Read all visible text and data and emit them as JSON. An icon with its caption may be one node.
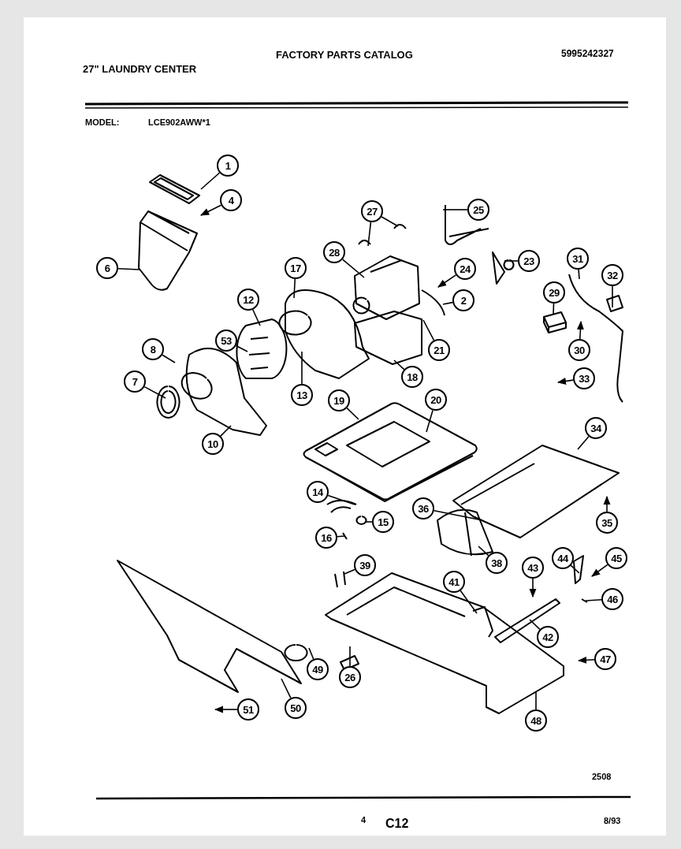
{
  "diagram": {
    "nodes": [
      {
        "text": [
          "1"
        ]
      },
      {
        "text": [
          "4"
        ]
      },
      {
        "text": [
          "27"
        ]
      },
      {
        "text": [
          "25"
        ]
      },
      {
        "text": [
          "28"
        ]
      },
      {
        "text": [
          "6"
        ]
      },
      {
        "text": [
          "23"
        ]
      },
      {
        "text": [
          "31"
        ]
      },
      {
        "text": [
          "24"
        ]
      },
      {
        "text": [
          "17"
        ]
      },
      {
        "text": [
          "32"
        ]
      },
      {
        "text": [
          "29"
        ]
      },
      {
        "text": [
          "12"
        ]
      },
      {
        "text": [
          "2"
        ]
      },
      {
        "text": [
          "53"
        ]
      },
      {
        "text": [
          "8"
        ]
      },
      {
        "text": [
          "21"
        ]
      },
      {
        "text": [
          "30"
        ]
      },
      {
        "text": [
          "18"
        ]
      },
      {
        "text": [
          "7"
        ]
      },
      {
        "text": [
          "33"
        ]
      },
      {
        "text": [
          "13"
        ]
      },
      {
        "text": [
          "19"
        ]
      },
      {
        "text": [
          "20"
        ]
      },
      {
        "text": [
          "34"
        ]
      },
      {
        "text": [
          "10"
        ]
      },
      {
        "text": [
          "14"
        ]
      },
      {
        "text": [
          "36"
        ]
      },
      {
        "text": [
          "15"
        ]
      },
      {
        "text": [
          "35"
        ]
      },
      {
        "text": [
          "16"
        ]
      },
      {
        "text": [
          "44"
        ]
      },
      {
        "text": [
          "45"
        ]
      },
      {
        "text": [
          "38"
        ]
      },
      {
        "text": [
          "39"
        ]
      },
      {
        "text": [
          "43"
        ]
      },
      {
        "text": [
          "41"
        ]
      },
      {
        "text": [
          "46"
        ]
      },
      {
        "text": [
          "42"
        ]
      },
      {
        "text": [
          "47"
        ]
      },
      {
        "text": [
          "49"
        ]
      },
      {
        "text": [
          "26"
        ]
      },
      {
        "text": [
          "50"
        ]
      },
      {
        "text": [
          "51"
        ]
      },
      {
        "text": [
          "48"
        ]
      }
    ],
    "edges": [
      {
        "from": 0,
        "to": null,
        "arrow": "none"
      },
      {
        "from": 1,
        "to": null,
        "arrow": "to"
      },
      {
        "from": 2,
        "to": null,
        "arrow": "none"
      },
      {
        "from": 2,
        "to": null,
        "arrow": "none"
      },
      {
        "from": 3,
        "to": null,
        "arrow": "none"
      },
      {
        "from": 4,
        "to": null,
        "arrow": "none"
      },
      {
        "from": 5,
        "to": null,
        "arrow": "none"
      },
      {
        "from": 6,
        "to": null,
        "arrow": "none"
      },
      {
        "from": 7,
        "to": null,
        "arrow": "none"
      },
      {
        "from": 8,
        "to": null,
        "arrow": "to"
      },
      {
        "from": 9,
        "to": null,
        "arrow": "none"
      },
      {
        "from": 10,
        "to": null,
        "arrow": "none"
      },
      {
        "from": 11,
        "to": null,
        "arrow": "none"
      },
      {
        "from": 12,
        "to": null,
        "arrow": "none"
      },
      {
        "from": 13,
        "to": null,
        "arrow": "none"
      },
      {
        "from": 14,
        "to": null,
        "arrow": "none"
      },
      {
        "from": 15,
        "to": null,
        "arrow": "none"
      },
      {
        "from": 16,
        "to": null,
        "arrow": "none"
      },
      {
        "from": 17,
        "to": null,
        "arrow": "to"
      },
      {
        "from": 18,
        "to": null,
        "arrow": "none"
      },
      {
        "from": 19,
        "to": null,
        "arrow": "none"
      },
      {
        "from": 20,
        "to": null,
        "arrow": "to"
      },
      {
        "from": 21,
        "to": null,
        "arrow": "none"
      },
      {
        "from": 22,
        "to": null,
        "arrow": "none"
      },
      {
        "from": 23,
        "to": null,
        "arrow": "none"
      },
      {
        "from": 24,
        "to": null,
        "arrow": "none"
      },
      {
        "from": 25,
        "to": null,
        "arrow": "none"
      },
      {
        "from": 26,
        "to": null,
        "arrow": "none"
      },
      {
        "from": 27,
        "to": null,
        "arrow": "none"
      },
      {
        "from": 28,
        "to": null,
        "arrow": "none"
      },
      {
        "from": 29,
        "to": null,
        "arrow": "to"
      },
      {
        "from": 30,
        "to": null,
        "arrow": "none"
      },
      {
        "from": 31,
        "to": null,
        "arrow": "none"
      },
      {
        "from": 32,
        "to": null,
        "arrow": "to"
      },
      {
        "from": 33,
        "to": null,
        "arrow": "none"
      },
      {
        "from": 34,
        "to": null,
        "arrow": "none"
      },
      {
        "from": 35,
        "to": null,
        "arrow": "to"
      },
      {
        "from": 36,
        "to": null,
        "arrow": "none"
      },
      {
        "from": 37,
        "to": null,
        "arrow": "none"
      },
      {
        "from": 38,
        "to": null,
        "arrow": "none"
      },
      {
        "from": 39,
        "to": null,
        "arrow": "to"
      },
      {
        "from": 40,
        "to": null,
        "arrow": "none"
      },
      {
        "from": 41,
        "to": null,
        "arrow": "none"
      },
      {
        "from": 42,
        "to": null,
        "arrow": "none"
      },
      {
        "from": 43,
        "to": null,
        "arrow": "to"
      },
      {
        "from": 44,
        "to": null,
        "arrow": "none"
      }
    ],
    "labels": [
      "27\" LAUNDRY CENTER",
      "FACTORY PARTS CATALOG",
      "5995242327",
      "MODEL:",
      "LCE902AWW*1",
      "2508",
      "4",
      "C12",
      "8/93"
    ]
  }
}
